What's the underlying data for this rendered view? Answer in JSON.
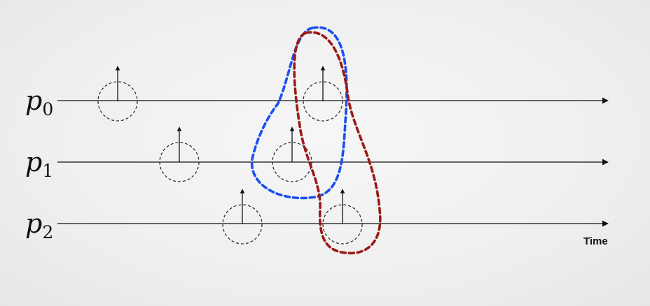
{
  "processes": [
    {
      "name": "p",
      "sub": "0"
    },
    {
      "name": "p",
      "sub": "1"
    },
    {
      "name": "p",
      "sub": "2"
    }
  ],
  "time_label": "Time",
  "colors": {
    "background": "#efefef",
    "line": "#111111",
    "cut_blue": "#1a4ff0",
    "cut_red": "#9b1a16"
  },
  "events_per_process": [
    2,
    2,
    2
  ],
  "cuts": [
    {
      "name": "cut-blue",
      "color": "#1a4ff0"
    },
    {
      "name": "cut-red",
      "color": "#9b1a16"
    }
  ]
}
